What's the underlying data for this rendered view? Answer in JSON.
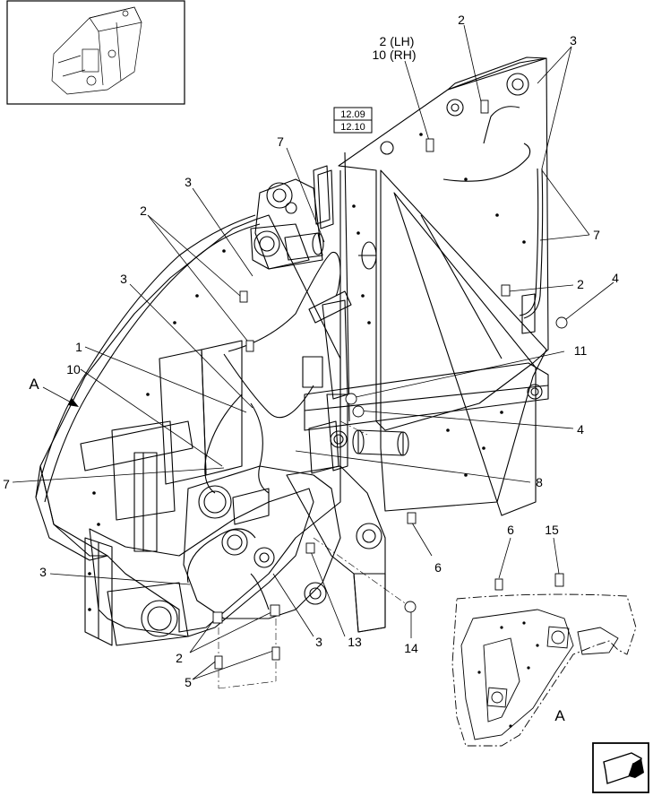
{
  "callouts": {
    "c_2lh": "2 (LH)",
    "c_10rh": "10 (RH)",
    "c_2_top": "2",
    "c_3_topright": "3",
    "c_7_top": "7",
    "c_3_upper": "3",
    "c_2_upper": "2",
    "c_7_right": "7",
    "c_3_mid": "3",
    "c_2_right": "2",
    "c_4_right": "4",
    "c_1": "1",
    "c_10": "10",
    "c_11": "11",
    "c_4_mid": "4",
    "c_7_left": "7",
    "c_8": "8",
    "c_3_low": "3",
    "c_6_mid": "6",
    "c_6_detail": "6",
    "c_15": "15",
    "c_2_bottom": "2",
    "c_5": "5",
    "c_3_bottom": "3",
    "c_13": "13",
    "c_14": "14"
  },
  "references": {
    "ref1": "12.09",
    "ref2": "12.10"
  },
  "views": {
    "view_a_arrow": "A",
    "view_a_detail": "A"
  },
  "colors": {
    "line": "#000000",
    "paper": "#ffffff"
  },
  "icons": {
    "nav": "next-page-arrow-icon"
  }
}
